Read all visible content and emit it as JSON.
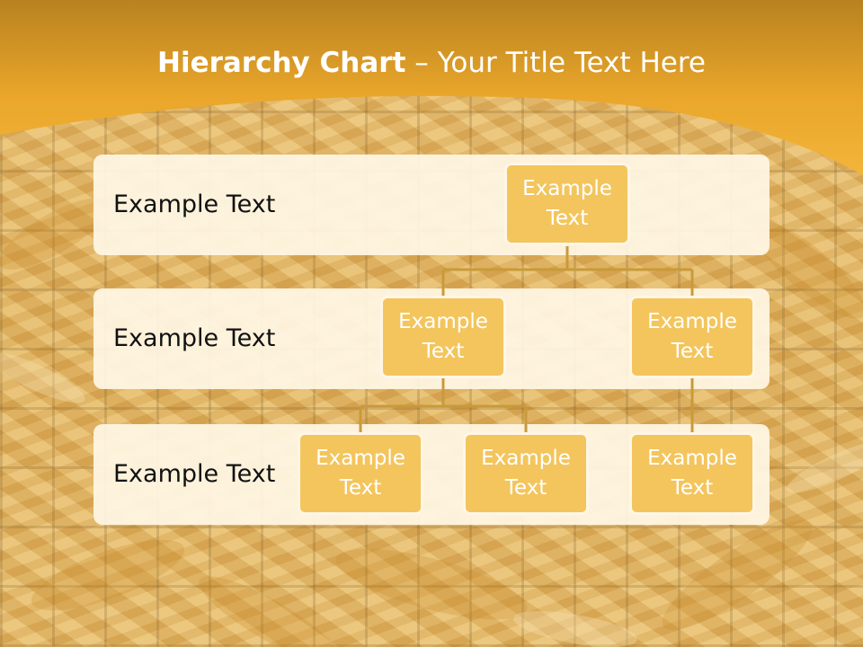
{
  "title": {
    "bold": "Hierarchy Chart",
    "rest": " – Your Title Text Here"
  },
  "bands": [
    {
      "label": "Example Text"
    },
    {
      "label": "Example Text"
    },
    {
      "label": "Example Text"
    }
  ],
  "nodes": {
    "root": "Example Text",
    "level2_left": "Example Text",
    "level2_right": "Example Text",
    "level3_a": "Example Text",
    "level3_b": "Example Text",
    "level3_c": "Example Text"
  },
  "colors": {
    "header": "#e9a62a",
    "node_fill": "#f3c55c",
    "connector": "#c99a3a",
    "band_fill": "#fff6e4"
  }
}
